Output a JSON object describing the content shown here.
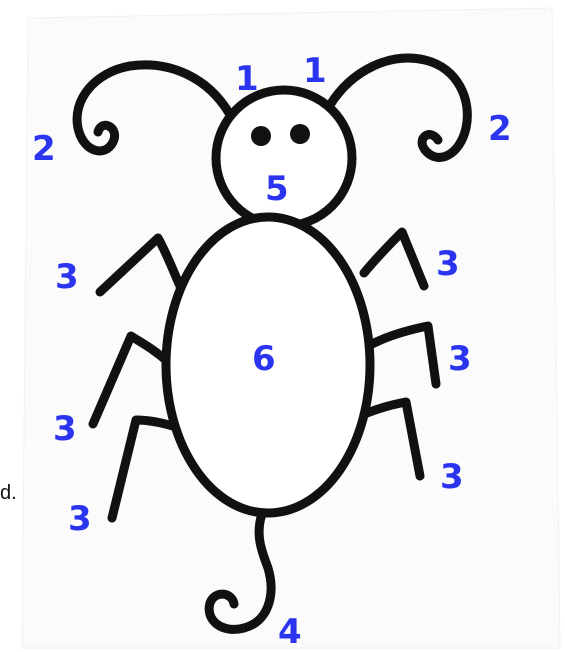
{
  "side_fragment": "d.",
  "colors": {
    "ink": "#111111",
    "label": "#2b35f0",
    "page": "#ffffff"
  },
  "labels": {
    "antenna_left": "1",
    "antenna_right": "1",
    "curl_left": "2",
    "curl_right": "2",
    "head": "5",
    "body": "6",
    "leg_left_top": "3",
    "leg_left_mid": "3",
    "leg_left_bottom": "3",
    "leg_right_top": "3",
    "leg_right_mid": "3",
    "leg_right_bottom": "3",
    "tail": "4"
  }
}
